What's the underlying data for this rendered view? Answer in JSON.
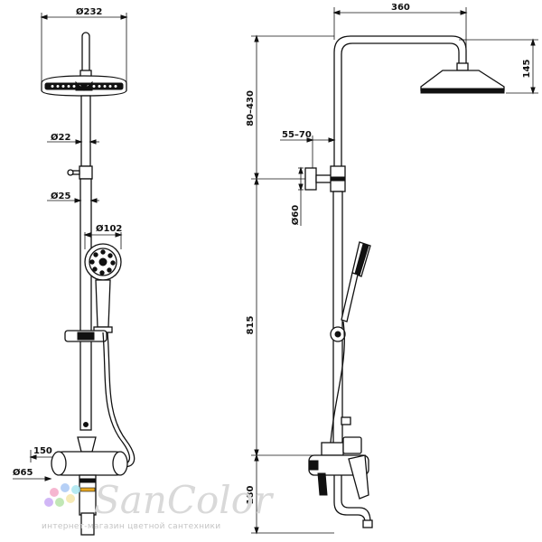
{
  "dimensions_front": {
    "head_diameter": "Ø232",
    "pipe_upper_diameter": "Ø22",
    "pipe_lower_diameter": "Ø25",
    "handshower_diameter": "Ø102",
    "mixer_width": "150",
    "mixer_diameter": "Ø65"
  },
  "dimensions_side": {
    "arm_reach": "360",
    "head_height": "145",
    "adjust_range": "80–430",
    "wall_offset": "55–70",
    "bracket_diameter": "Ø60",
    "column_height": "815",
    "mixer_height": "180"
  },
  "watermark": {
    "brand": "SanColor",
    "tagline": "интернет-магазин цветной сантехники",
    "dot_colors": [
      "#f4a9c8",
      "#a9c8f4",
      "#b6e3a8",
      "#f4e6a9",
      "#c9a9f4",
      "#a9e6f0"
    ]
  }
}
